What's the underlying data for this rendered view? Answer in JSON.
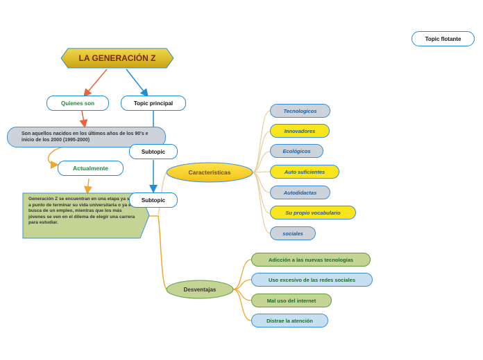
{
  "title": "LA GENERACIÓN Z",
  "floating_topic": "Topic flotante",
  "left": {
    "quienes_son": "Quienes son",
    "topic_principal": "Topic principal",
    "quienes_desc": "Son aquellos nacidos en los últimos años de los 90's e inicio de los 2000 (1995-2000)",
    "actualmente": "Actualmente",
    "actual_desc": "Generación Z se encuentran en una etapa ya sea a punto de terminar su vida universitaria o ya en busca de un empleo, mientras que los más jóvenes se ven en el dilema de elegir una carrera para estudiar."
  },
  "subtopics": [
    "Subtopic",
    "Subtopic"
  ],
  "caracteristicas": {
    "label": "Características",
    "items": [
      "Tecnologicos",
      "Innovadores",
      "Ecológicos",
      "Auto suficientes",
      "Autodidactas",
      "Su propio vocabulario",
      "sociales"
    ]
  },
  "desventajas": {
    "label": "Desventajas",
    "items": [
      "Adicción a las nuevas tecnologías",
      "Uso excesivo de las redes sociales",
      "Mal uso del internet",
      "Distrae la atención"
    ]
  },
  "colors": {
    "title_fill": "#d9b81a",
    "title_text": "#7a2a10",
    "blue_border": "#1f8ed8",
    "orange_line": "#f1a82a",
    "red_arrow": "#e8643a",
    "beige_line": "#e7d2a8",
    "gray_fill": "#ccd3db",
    "yellow_fill": "#f8e51e",
    "olive_fill": "#c4d494",
    "lightblue_fill": "#c8dff2",
    "green_text": "#1a8a3a"
  }
}
